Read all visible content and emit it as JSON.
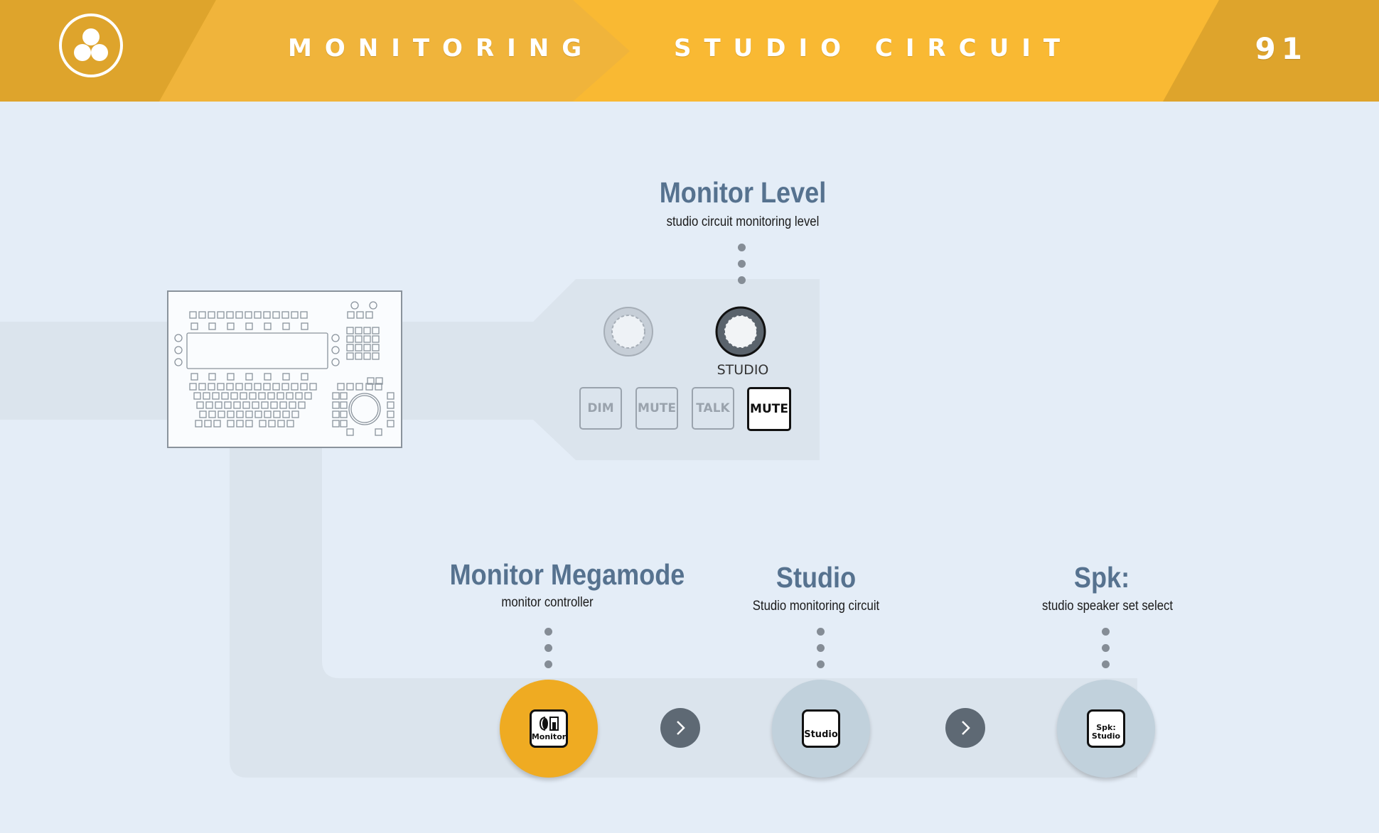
{
  "header": {
    "section": "MONITORING",
    "topic": "STUDIO CIRCUIT",
    "page_number": "91"
  },
  "monitor_level": {
    "title": "Monitor Level",
    "subtitle": "studio circuit monitoring level"
  },
  "panel": {
    "knob_label": "STUDIO",
    "buttons": [
      {
        "label": "DIM",
        "active": false
      },
      {
        "label": "MUTE",
        "active": false
      },
      {
        "label": "TALK",
        "active": false
      },
      {
        "label": "MUTE",
        "active": true
      }
    ]
  },
  "steps": [
    {
      "title": "Monitor Megamode",
      "subtitle": "monitor controller",
      "key_label": "Monitor",
      "icon": "speaker-meter-icon",
      "highlight": true
    },
    {
      "title": "Studio",
      "subtitle": "Studio monitoring circuit",
      "key_label": "Studio",
      "highlight": false
    },
    {
      "title": "Spk:",
      "subtitle": "studio speaker set select",
      "key_label_line1": "Spk:",
      "key_label_line2": "Studio",
      "highlight": false
    }
  ],
  "colors": {
    "header_dark": "#dea42c",
    "header_mid": "#f0b43b",
    "header_light": "#f9b933",
    "background": "#e4edf7",
    "title_blue": "#56728f",
    "highlight_orange": "#efab22",
    "step_grey": "#c1d1dc"
  }
}
